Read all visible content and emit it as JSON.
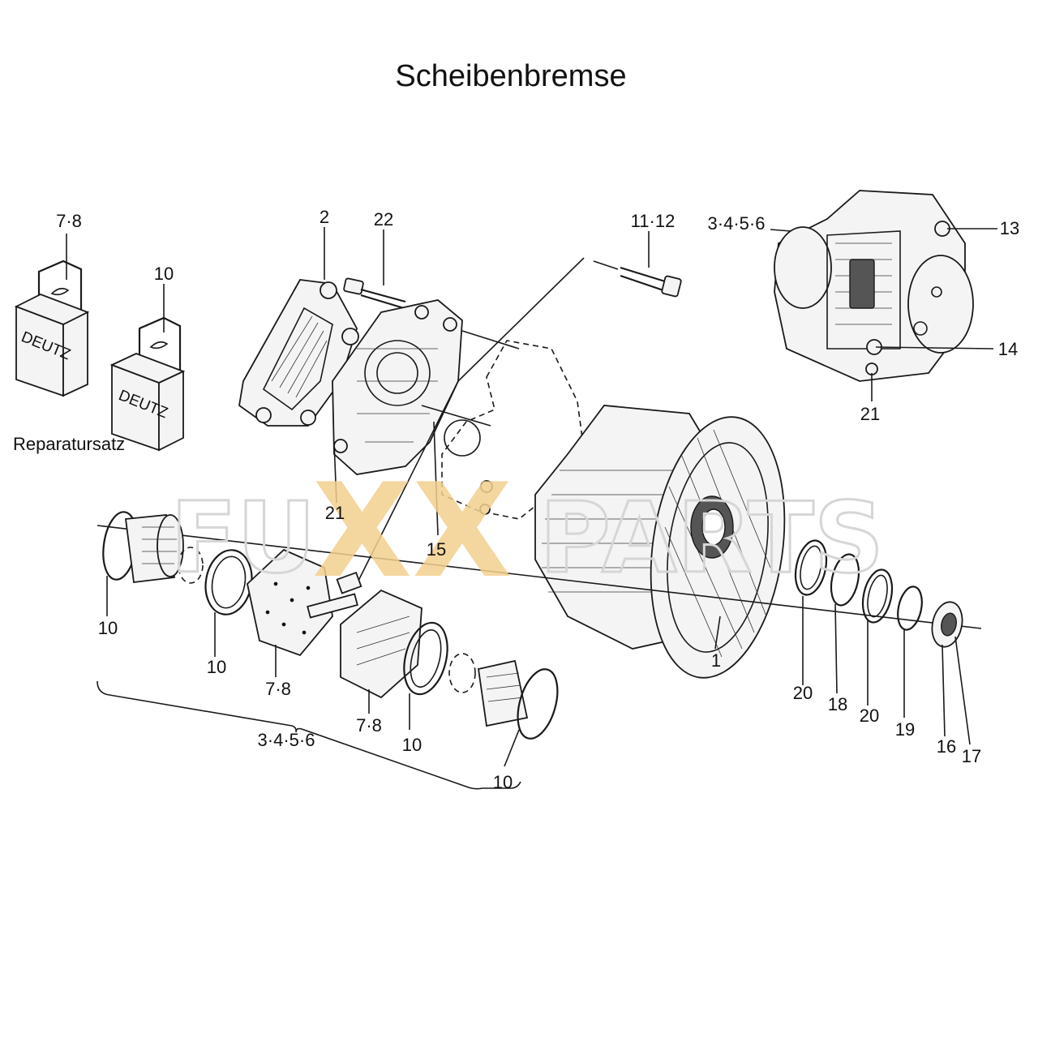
{
  "title": "Scheibenbremse",
  "kit_label": "Reparatursatz",
  "box_brand": "DEUTZ",
  "watermark": {
    "left": "FU",
    "middle": "XX",
    "right": "PARTS"
  },
  "colors": {
    "watermark_gold": "#f3d08f",
    "watermark_grey": "#d6d6d6",
    "ink": "#1a1a1a"
  },
  "callouts": {
    "kit_pads": "7·8",
    "kit_seals": "10",
    "caliper_half": "2",
    "long_bolt": "22",
    "bolts": "11·12",
    "caliper_assembly": "3·4·5·6",
    "bleeder": "13",
    "fitting": "14",
    "bleeder_screw_top": "21",
    "bleeder_screw_left": "21",
    "ring_15": "15",
    "disc": "1",
    "seal_a": "10",
    "seal_b": "10",
    "pad_left": "7·8",
    "pad_right": "7·8",
    "seal_c": "10",
    "seal_d": "10",
    "piston_group": "3·4·5·6",
    "ring_20a": "20",
    "ring_18": "18",
    "ring_20b": "20",
    "ring_19": "19",
    "bearing_16": "16",
    "nut_17": "17"
  }
}
